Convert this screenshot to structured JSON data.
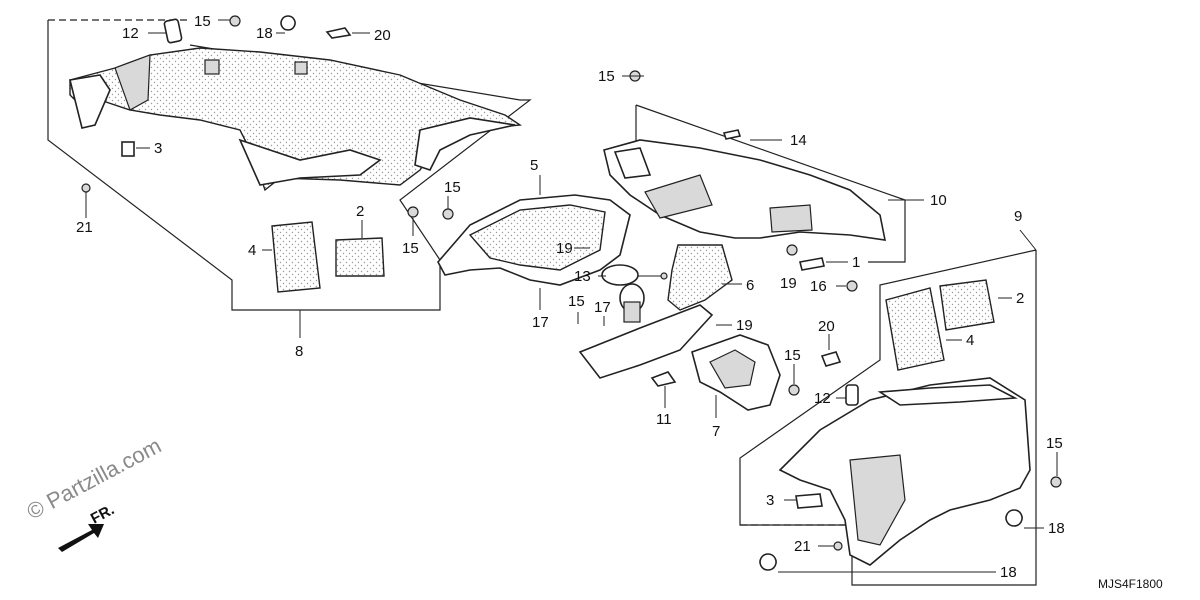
{
  "diagram": {
    "watermark": "© Partzilla.com",
    "direction_label": "FR.",
    "diagram_code": "MJS4F1800",
    "callouts": [
      {
        "id": "c12a",
        "text": "12"
      },
      {
        "id": "c15a",
        "text": "15"
      },
      {
        "id": "c18a",
        "text": "18"
      },
      {
        "id": "c20a",
        "text": "20"
      },
      {
        "id": "c3a",
        "text": "3"
      },
      {
        "id": "c21a",
        "text": "21"
      },
      {
        "id": "c4a",
        "text": "4"
      },
      {
        "id": "c2a",
        "text": "2"
      },
      {
        "id": "c15b",
        "text": "15"
      },
      {
        "id": "c15c",
        "text": "15"
      },
      {
        "id": "c8",
        "text": "8"
      },
      {
        "id": "c5",
        "text": "5"
      },
      {
        "id": "c19a",
        "text": "19"
      },
      {
        "id": "c13",
        "text": "13"
      },
      {
        "id": "c17a",
        "text": "17"
      },
      {
        "id": "c15d",
        "text": "15"
      },
      {
        "id": "c17b",
        "text": "17"
      },
      {
        "id": "c6",
        "text": "6"
      },
      {
        "id": "c19b",
        "text": "19"
      },
      {
        "id": "c11",
        "text": "11"
      },
      {
        "id": "c7",
        "text": "7"
      },
      {
        "id": "c15e",
        "text": "15"
      },
      {
        "id": "c14",
        "text": "14"
      },
      {
        "id": "c10",
        "text": "10"
      },
      {
        "id": "c19c",
        "text": "19"
      },
      {
        "id": "c1",
        "text": "1"
      },
      {
        "id": "c9",
        "text": "9"
      },
      {
        "id": "c16",
        "text": "16"
      },
      {
        "id": "c2b",
        "text": "2"
      },
      {
        "id": "c4b",
        "text": "4"
      },
      {
        "id": "c20b",
        "text": "20"
      },
      {
        "id": "c15f",
        "text": "15"
      },
      {
        "id": "c12b",
        "text": "12"
      },
      {
        "id": "c15g",
        "text": "15"
      },
      {
        "id": "c3b",
        "text": "3"
      },
      {
        "id": "c18b",
        "text": "18"
      },
      {
        "id": "c21b",
        "text": "21"
      },
      {
        "id": "c18c",
        "text": "18"
      }
    ]
  }
}
